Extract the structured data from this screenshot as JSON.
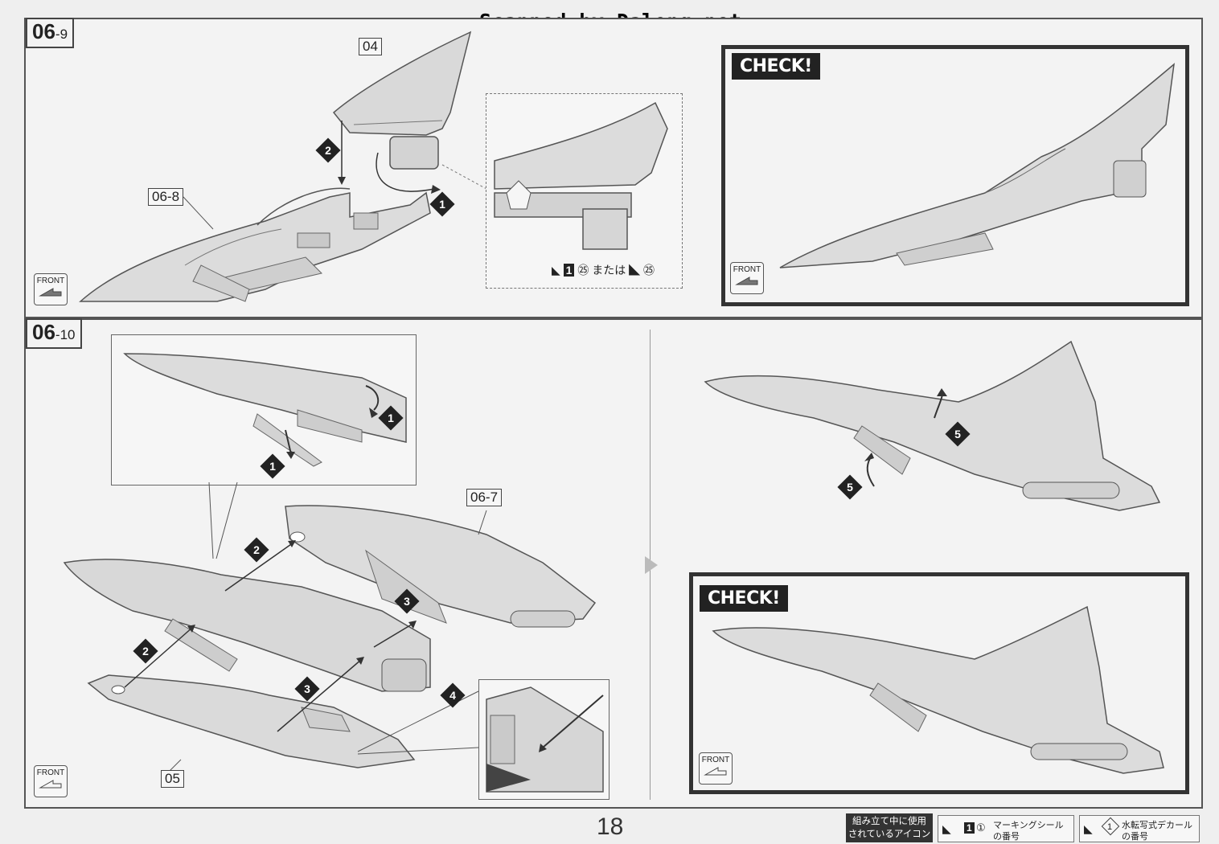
{
  "watermark": "Scanned by Dalong.net",
  "page_number": "18",
  "steps": {
    "top": {
      "major": "06",
      "minor": "9"
    },
    "bottom": {
      "major": "06",
      "minor": "10"
    }
  },
  "part_tags": {
    "p04": "04",
    "p068": "06-8",
    "p067": "06-7",
    "p05": "05"
  },
  "check_label": "CHECK!",
  "front_label": "FRONT",
  "decal_note": {
    "a": "1",
    "b": "㉕",
    "mid": "または",
    "c": "㉕"
  },
  "numbers": {
    "n1": "1",
    "n2": "2",
    "n3": "3",
    "n4": "4",
    "n5": "5"
  },
  "legend": {
    "title_line1": "組み立て中に使用",
    "title_line2": "されているアイコン",
    "item1_a": "1",
    "item1_b": "①",
    "item1_line1": "マーキングシール",
    "item1_line2": "の番号",
    "item2_a": "1",
    "item2_line1": "水転写式デカール",
    "item2_line2": "の番号"
  },
  "colors": {
    "line": "#555555",
    "fill": "#d8d8d8",
    "badge": "#222222"
  }
}
